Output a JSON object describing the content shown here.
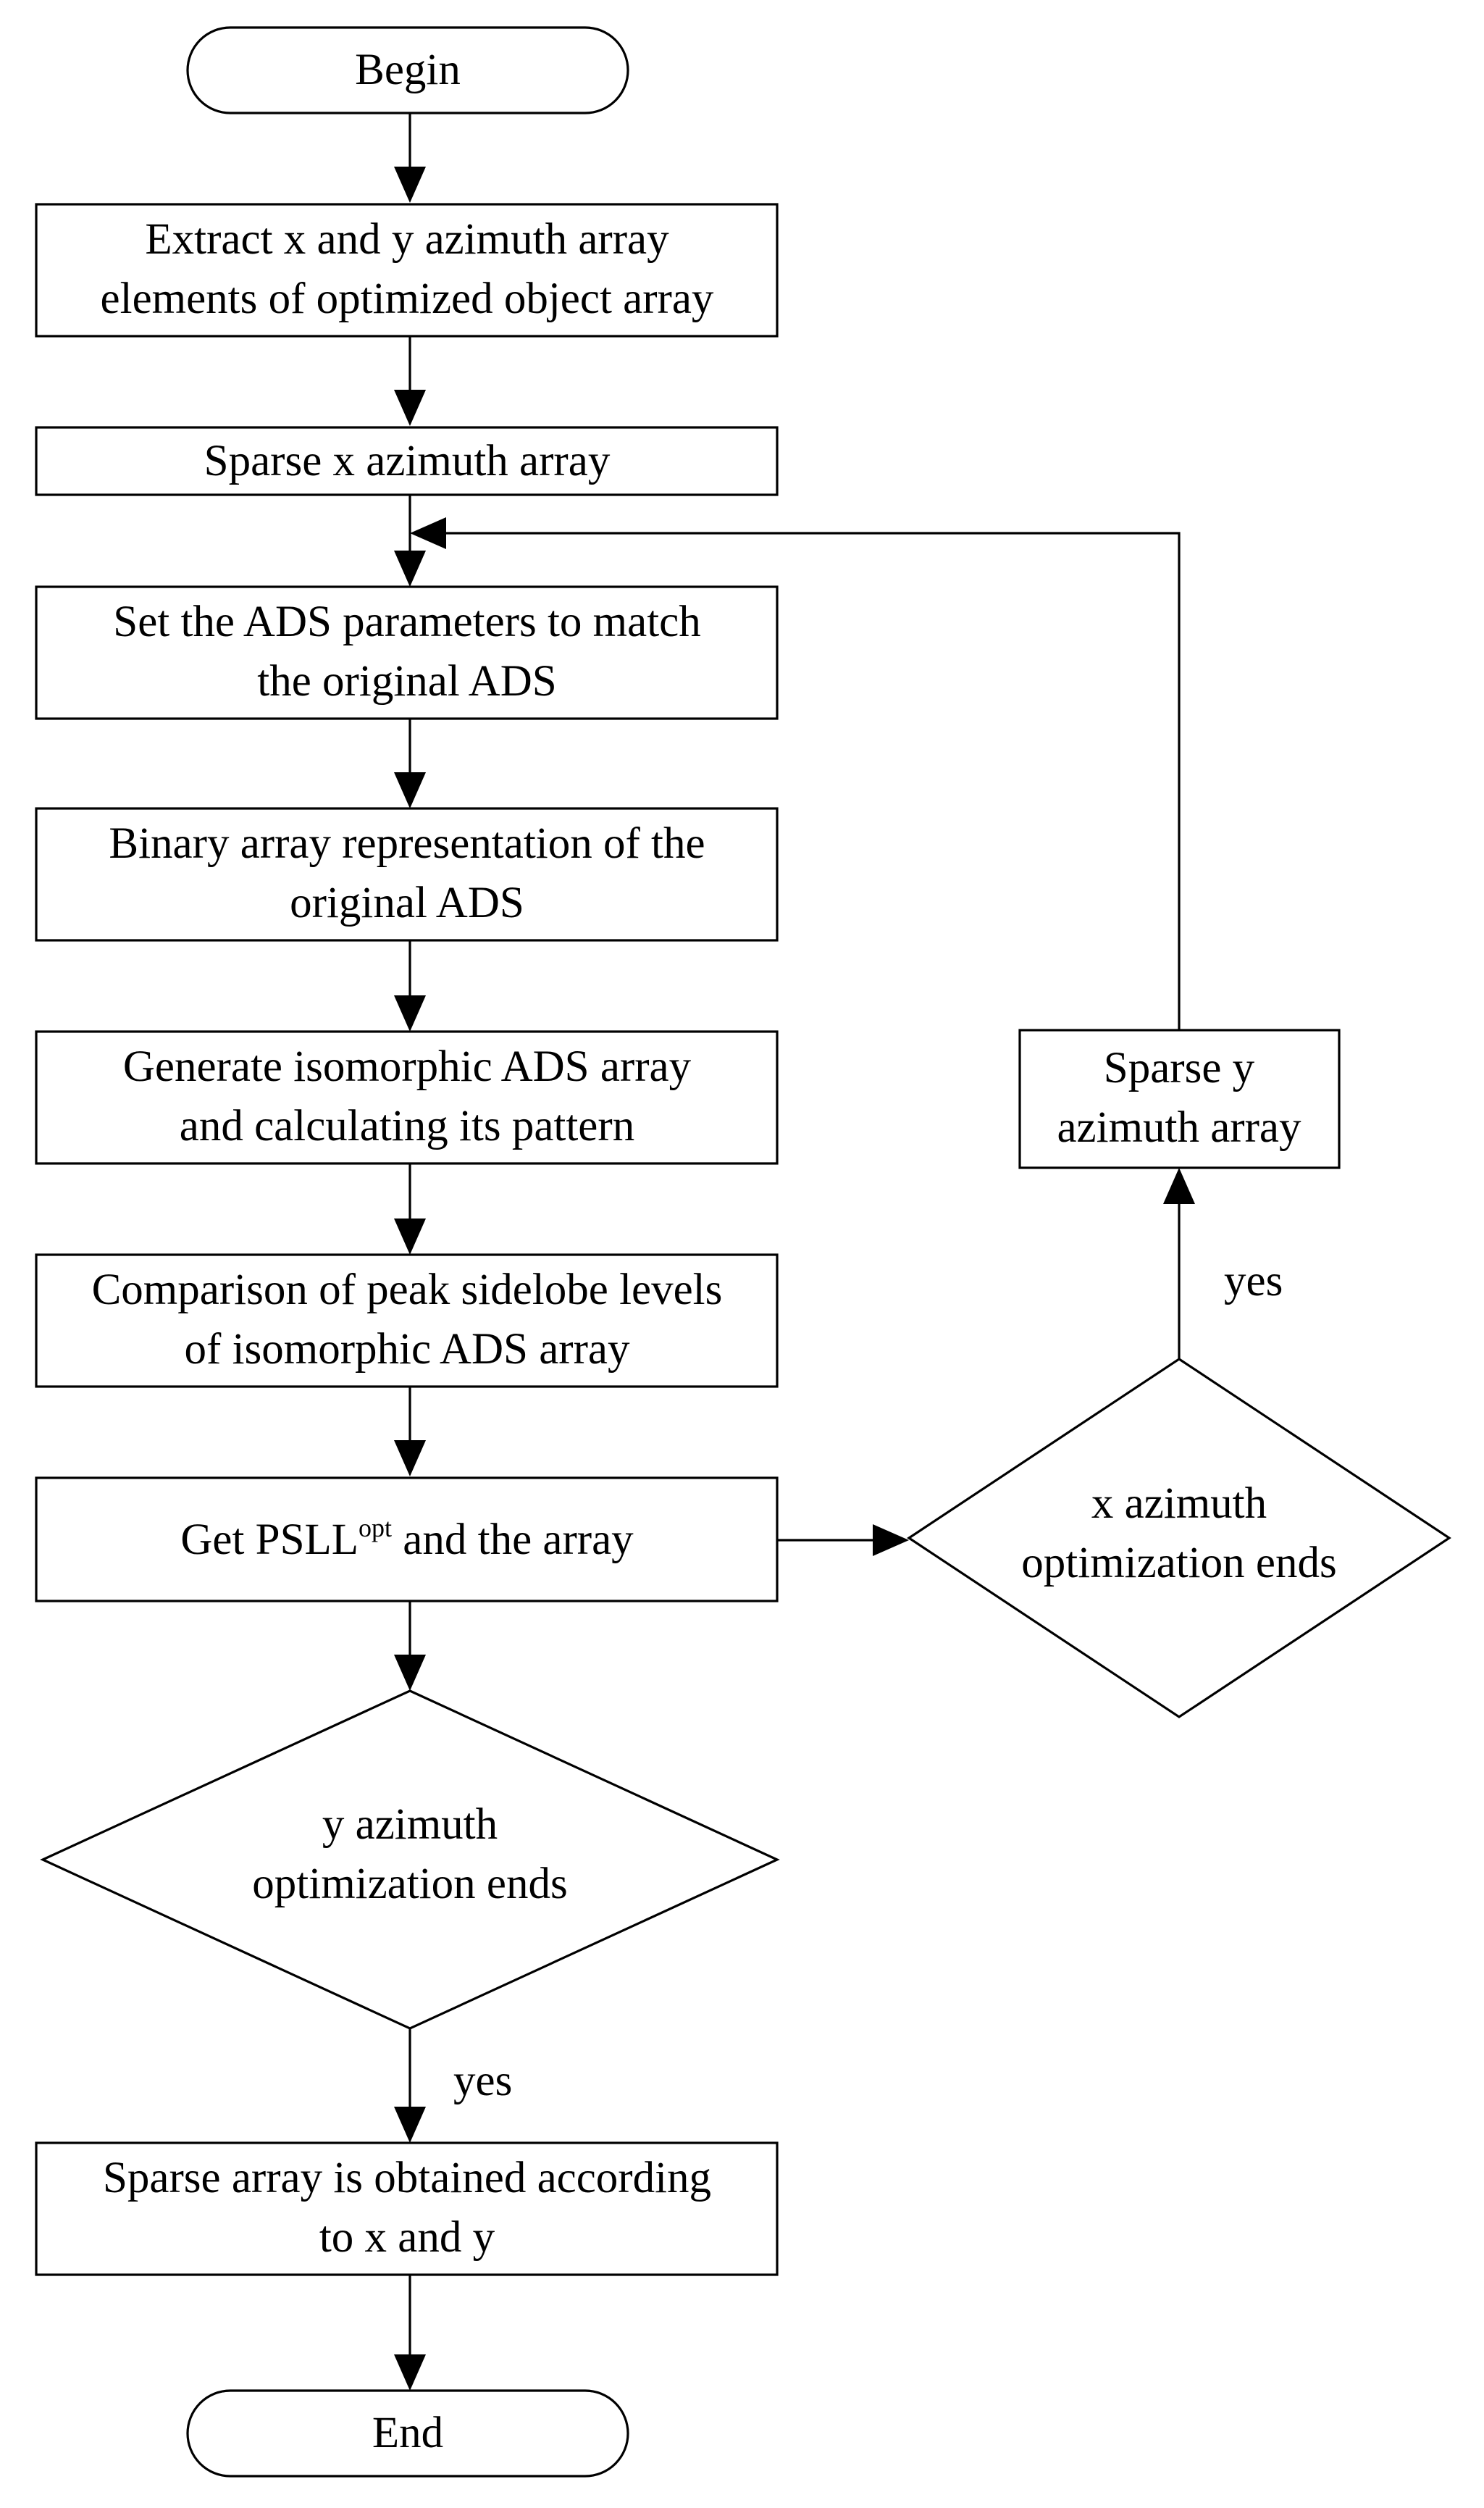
{
  "flowchart": {
    "nodes": [
      {
        "id": "begin",
        "shape": "terminal",
        "lines": [
          "Begin"
        ]
      },
      {
        "id": "extract",
        "shape": "process",
        "lines": [
          "Extract x and y azimuth array",
          "elements of optimized object array"
        ]
      },
      {
        "id": "sparse_x",
        "shape": "process",
        "lines": [
          "Sparse x azimuth array"
        ]
      },
      {
        "id": "set_ads",
        "shape": "process",
        "lines": [
          "Set the ADS parameters to match",
          "the original ADS"
        ]
      },
      {
        "id": "binary",
        "shape": "process",
        "lines": [
          "Binary array representation of the",
          "original ADS"
        ]
      },
      {
        "id": "generate",
        "shape": "process",
        "lines": [
          "Generate isomorphic ADS array",
          "and calculating its pattern"
        ]
      },
      {
        "id": "compare",
        "shape": "process",
        "lines": [
          "Comparison of peak sidelobe levels",
          "of isomorphic ADS array"
        ]
      },
      {
        "id": "get_psll",
        "shape": "process",
        "text_prefix": "Get PSLL",
        "text_sup": "opt",
        "text_suffix": " and the array"
      },
      {
        "id": "y_decision",
        "shape": "decision",
        "lines": [
          "y azimuth",
          "optimization ends"
        ]
      },
      {
        "id": "sparse_result",
        "shape": "process",
        "lines": [
          "Sparse array is obtained according",
          "to x and y"
        ]
      },
      {
        "id": "end",
        "shape": "terminal",
        "lines": [
          "End"
        ]
      },
      {
        "id": "x_decision",
        "shape": "decision",
        "lines": [
          "x azimuth",
          "optimization ends"
        ]
      },
      {
        "id": "sparse_y",
        "shape": "process",
        "lines": [
          "Sparse y",
          "azimuth array"
        ]
      }
    ],
    "edges": [
      {
        "from": "begin",
        "to": "extract",
        "label": ""
      },
      {
        "from": "extract",
        "to": "sparse_x",
        "label": ""
      },
      {
        "from": "sparse_x",
        "to": "set_ads",
        "label": ""
      },
      {
        "from": "set_ads",
        "to": "binary",
        "label": ""
      },
      {
        "from": "binary",
        "to": "generate",
        "label": ""
      },
      {
        "from": "generate",
        "to": "compare",
        "label": ""
      },
      {
        "from": "compare",
        "to": "get_psll",
        "label": ""
      },
      {
        "from": "get_psll",
        "to": "y_decision",
        "label": ""
      },
      {
        "from": "y_decision",
        "to": "sparse_result",
        "label": "yes"
      },
      {
        "from": "sparse_result",
        "to": "end",
        "label": ""
      },
      {
        "from": "get_psll",
        "to": "x_decision",
        "label": ""
      },
      {
        "from": "x_decision",
        "to": "sparse_y",
        "label": "yes"
      },
      {
        "from": "sparse_y",
        "to": "set_ads",
        "label": ""
      }
    ]
  }
}
